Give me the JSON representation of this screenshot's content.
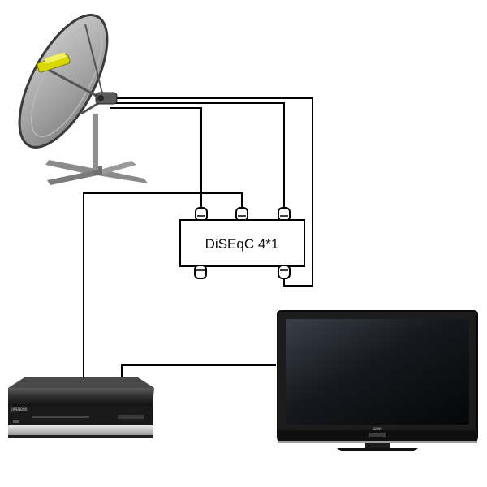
{
  "diagram": {
    "switch_label": "DiSEqC 4*1",
    "receiver_brand": "OPENBOX",
    "tv_brand": "SONY"
  },
  "icons": {
    "dish": "satellite-dish-icon",
    "switch": "diseqc-switch-icon",
    "receiver": "set-top-box-icon",
    "tv": "flat-tv-icon"
  },
  "colors": {
    "cable": "#000000",
    "lnb": "#d8d800",
    "dish": "#9a9a9a",
    "receiver": "#2e2e2e",
    "tv_bezel": "#1c1c1c"
  }
}
